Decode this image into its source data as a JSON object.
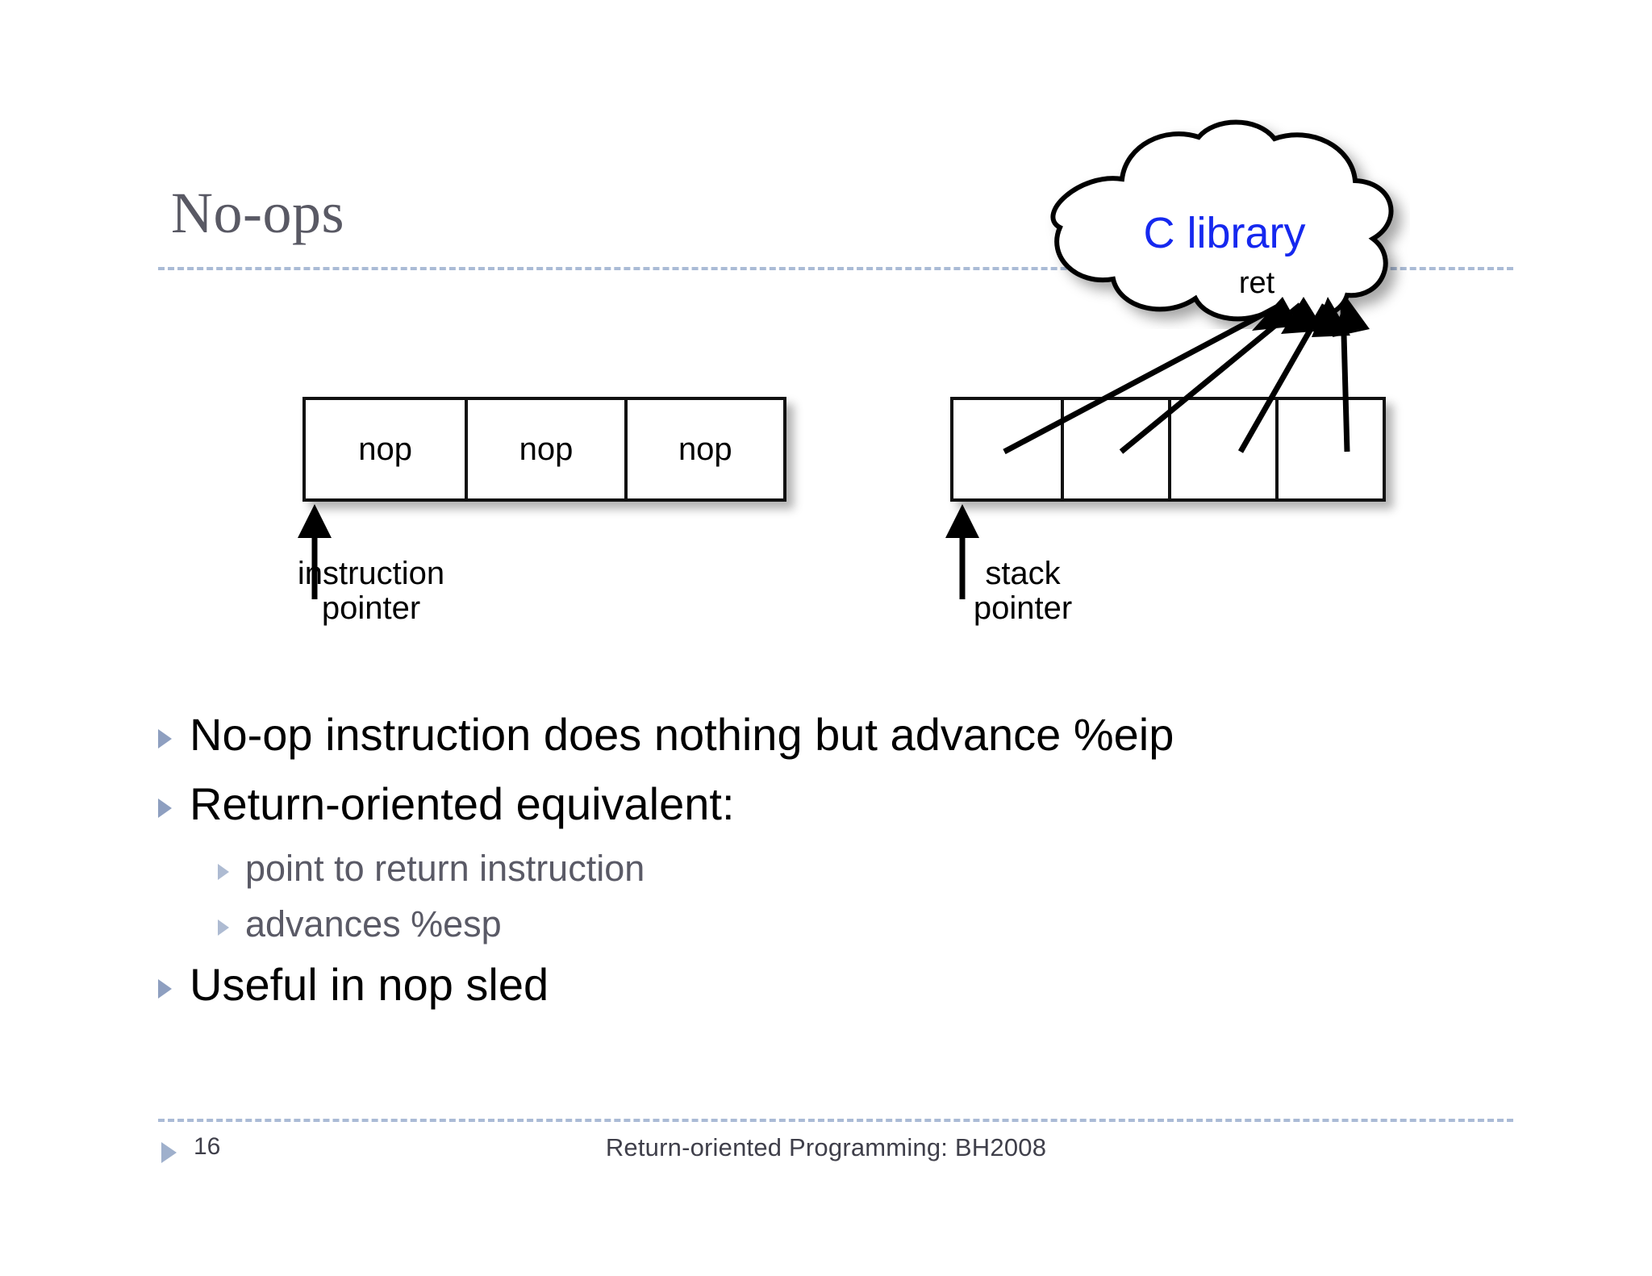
{
  "slide": {
    "title": "No-ops",
    "page_number": "16",
    "footer_text": "Return-oriented Programming: BH2008",
    "colors": {
      "title": "#595964",
      "rule": "#aabbd6",
      "bullet_marker": "#8e9fc0",
      "sub_bullet_text": "#5a5a66",
      "cloud_label": "#1528ef",
      "box_border": "#111111",
      "footer_text": "#3f3f4a"
    }
  },
  "diagram": {
    "instruction_memory": {
      "cells": [
        "nop",
        "nop",
        "nop"
      ],
      "pointer_label": "instruction\npointer",
      "pointer_arrow_icon": "up-arrow-icon"
    },
    "stack": {
      "cells": [
        "",
        "",
        "",
        ""
      ],
      "pointer_label": "stack\npointer",
      "pointer_arrow_icon": "up-arrow-icon",
      "connector_count": 4
    },
    "cloud": {
      "shape_icon": "cloud-icon",
      "label": "C library",
      "sub_label": "ret"
    }
  },
  "bullets": [
    {
      "level": 1,
      "text": "No-op instruction does nothing but advance %eip"
    },
    {
      "level": 1,
      "text": "Return-oriented equivalent:"
    },
    {
      "level": 2,
      "text": "point to return instruction"
    },
    {
      "level": 2,
      "text": "advances %esp"
    },
    {
      "level": 1,
      "text": "Useful in nop sled"
    }
  ]
}
